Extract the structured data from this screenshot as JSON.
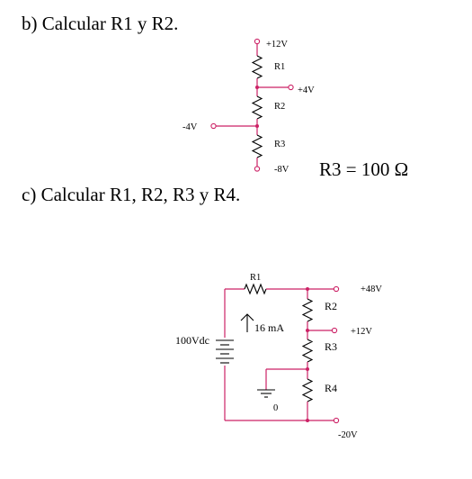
{
  "headings": {
    "part_b": "b) Calcular R1 y R2.",
    "part_c": "c) Calcular R1, R2, R3 y R4.",
    "r3_given": "R3 = 100 Ω"
  },
  "circuit_b": {
    "top_terminal": "+12V",
    "r1": "R1",
    "mid_terminal": "+4V",
    "r2": "R2",
    "left_terminal": "-4V",
    "r3": "R3",
    "bottom_terminal": "-8V"
  },
  "circuit_c": {
    "r1": "R1",
    "source": "100Vdc",
    "current": "16 mA",
    "r2": "R2",
    "r3": "R3",
    "r4": "R4",
    "t1": "+48V",
    "t2": "+12V",
    "t3": "-20V",
    "ground": "0"
  },
  "colors": {
    "wire": "#cc2266",
    "ink": "#000000"
  }
}
